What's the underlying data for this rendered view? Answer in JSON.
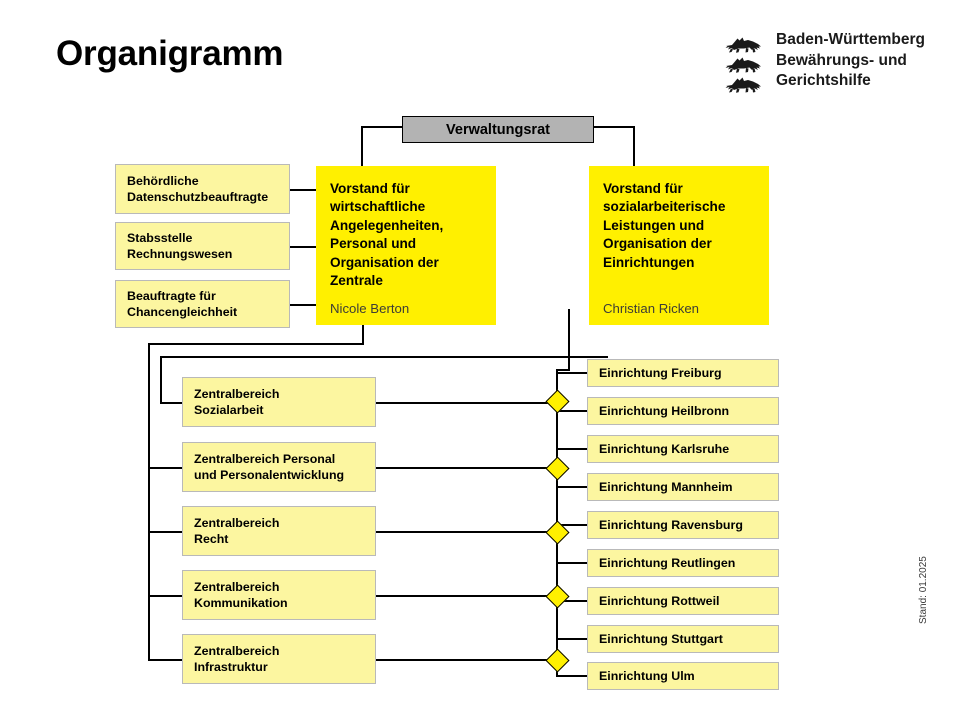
{
  "page": {
    "title": "Organigramm",
    "stand": "Stand: 01.2025"
  },
  "brand": {
    "line1": "Baden-Württemberg",
    "line2": "Bewährungs- und",
    "line3": "Gerichtshilfe",
    "crest_icon": "three-lions-crest-icon"
  },
  "council": {
    "label": "Verwaltungsrat"
  },
  "boards": [
    {
      "title": "Vorstand für\nwirtschaftliche\nAngelegenheiten,\nPersonal und\nOrganisation der\nZentrale",
      "person": "Nicole Berton"
    },
    {
      "title": "Vorstand für\nsozialarbeiterische\nLeistungen und\nOrganisation der\nEinrichtungen",
      "person": "Christian Ricken"
    }
  ],
  "staff_units": [
    {
      "label": "Behördliche\nDatenschutzbeauftragte"
    },
    {
      "label": "Stabsstelle\nRechnungswesen"
    },
    {
      "label": "Beauftragte für\nChancengleichheit"
    }
  ],
  "departments": [
    {
      "label": "Zentralbereich\nSozialarbeit"
    },
    {
      "label": "Zentralbereich Personal\nund Personalentwicklung"
    },
    {
      "label": "Zentralbereich\nRecht"
    },
    {
      "label": "Zentralbereich\nKommunikation"
    },
    {
      "label": "Zentralbereich\nInfrastruktur"
    }
  ],
  "facilities": [
    {
      "label": "Einrichtung Freiburg"
    },
    {
      "label": "Einrichtung Heilbronn"
    },
    {
      "label": "Einrichtung Karlsruhe"
    },
    {
      "label": "Einrichtung Mannheim"
    },
    {
      "label": "Einrichtung Ravensburg"
    },
    {
      "label": "Einrichtung Reutlingen"
    },
    {
      "label": "Einrichtung Rottweil"
    },
    {
      "label": "Einrichtung Stuttgart"
    },
    {
      "label": "Einrichtung Ulm"
    }
  ],
  "colors": {
    "board_yellow": "#fff000",
    "soft_yellow": "#fcf6a0",
    "council_gray": "#b3b3b3",
    "connector_black": "#000000",
    "soft_border": "#b9b9b9"
  }
}
